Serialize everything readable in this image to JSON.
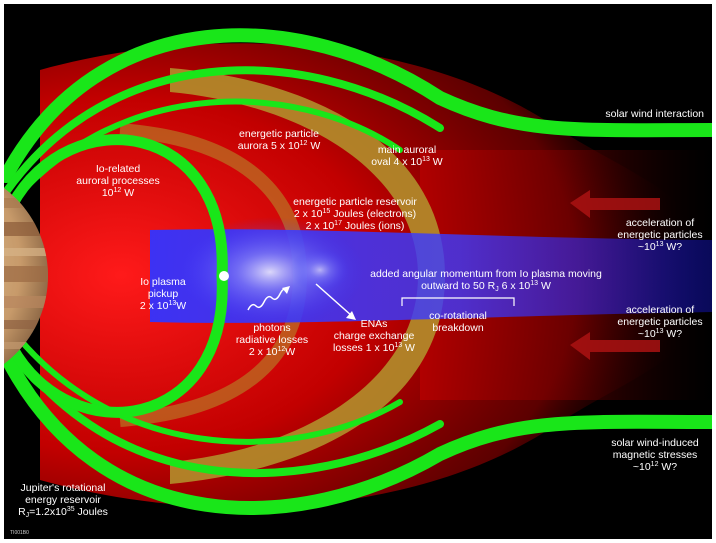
{
  "labels": {
    "solar_wind_interaction": "solar wind interaction",
    "io_related": {
      "l1": "Io-related",
      "l2": "auroral processes",
      "num": "10",
      "exp": "12",
      "unit": " W"
    },
    "energetic_aurora": {
      "l1": "energetic particle",
      "l2a": "aurora 5 x 10",
      "exp": "12",
      "l2b": " W"
    },
    "main_auroral": {
      "l1": "main auroral",
      "l2a": "oval 4 x 10",
      "exp": "13",
      "l2b": " W"
    },
    "reservoir": {
      "l1": "energetic particle reservoir",
      "l2a": "2 x 10",
      "exp1": "15",
      "l2b": " Joules (electrons)",
      "l3a": "2 x 10",
      "exp2": "17",
      "l3b": " Joules (ions)"
    },
    "accel_top": {
      "l1": "acceleration of",
      "l2": "energetic particles",
      "l3a": "~10",
      "exp": "13",
      "l3b": " W?"
    },
    "angular": {
      "l1": "added angular momentum from Io plasma moving",
      "l2a": "outward to 50 R",
      "sub": "J",
      "l2b": " 6 x 10",
      "exp": "13",
      "l2c": " W"
    },
    "io_pickup": {
      "l1": "Io plasma",
      "l2": "pickup",
      "l3a": "2 x 10",
      "exp": "13",
      "l3b": "W"
    },
    "corotational": {
      "l1": "co-rotational",
      "l2": "breakdown"
    },
    "accel_bottom": {
      "l1": "acceleration of",
      "l2": "energetic particles",
      "l3a": "~10",
      "exp": "13",
      "l3b": " W?"
    },
    "photons": {
      "l1": "photons",
      "l2": "radiative losses",
      "l3a": "2 x 10",
      "exp": "12",
      "l3b": "W"
    },
    "enas": {
      "l1": "ENAs",
      "l2": "charge exchange",
      "l3a": "losses 1 x 10",
      "exp": "13",
      "l3b": " W"
    },
    "solar_wind_induced": {
      "l1": "solar wind-induced",
      "l2": "magnetic stresses",
      "l3a": "~10",
      "exp": "12",
      "l3b": " W?"
    },
    "rotational": {
      "l1": "Jupiter's rotational",
      "l2": "energy reservoir",
      "l3a": "R",
      "sub": "J",
      "l3b": "=1.2x10",
      "exp": "35",
      "l3c": " Joules"
    },
    "figure_id": "TI001B0"
  },
  "colors": {
    "background": "#000000",
    "field_lines": "#19e619",
    "red_region": "#cc0000",
    "auroral_band": "#b3962e",
    "plasma_blue": "#3a3aff",
    "arrows": "#aa1212",
    "text": "#ffffff"
  }
}
